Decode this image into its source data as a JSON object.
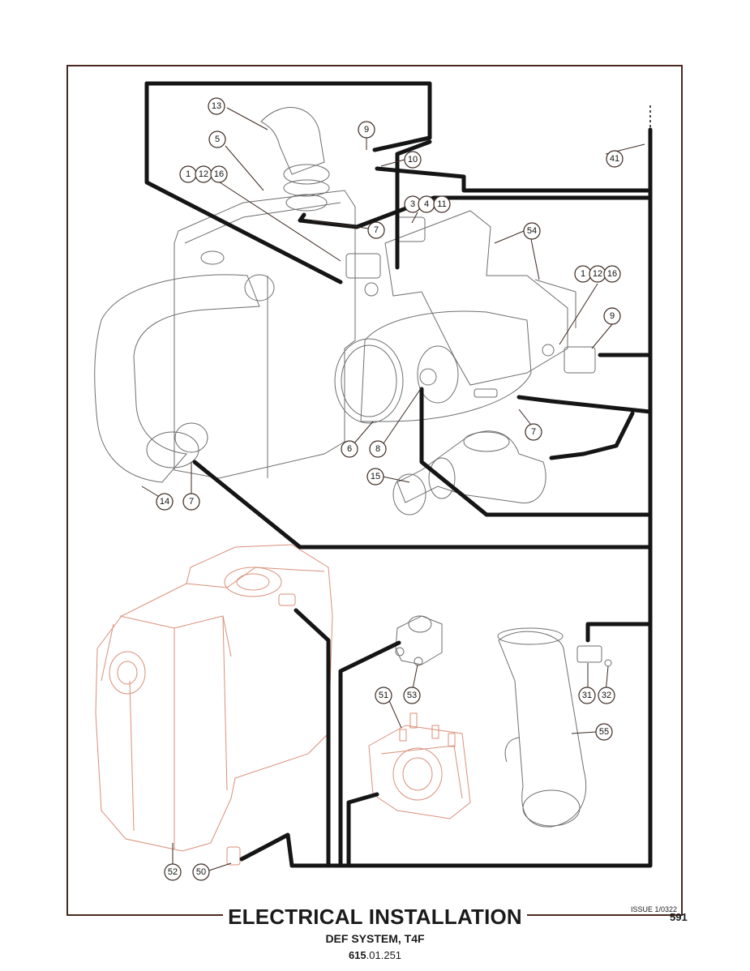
{
  "title": "ELECTRICAL INSTALLATION",
  "subtitle": "DEF SYSTEM, T4F",
  "doc_number": {
    "prefix": "615",
    "suffix": ".01.251"
  },
  "issue": "ISSUE 1/0322",
  "page_number": "591",
  "callouts": [
    "13",
    "5",
    "9",
    "10",
    "1",
    "12",
    "16",
    "7",
    "3",
    "4",
    "11",
    "54",
    "41",
    "1",
    "12",
    "16",
    "9",
    "6",
    "8",
    "7",
    "15",
    "14",
    "7",
    "53",
    "51",
    "31",
    "32",
    "55",
    "52",
    "50"
  ]
}
